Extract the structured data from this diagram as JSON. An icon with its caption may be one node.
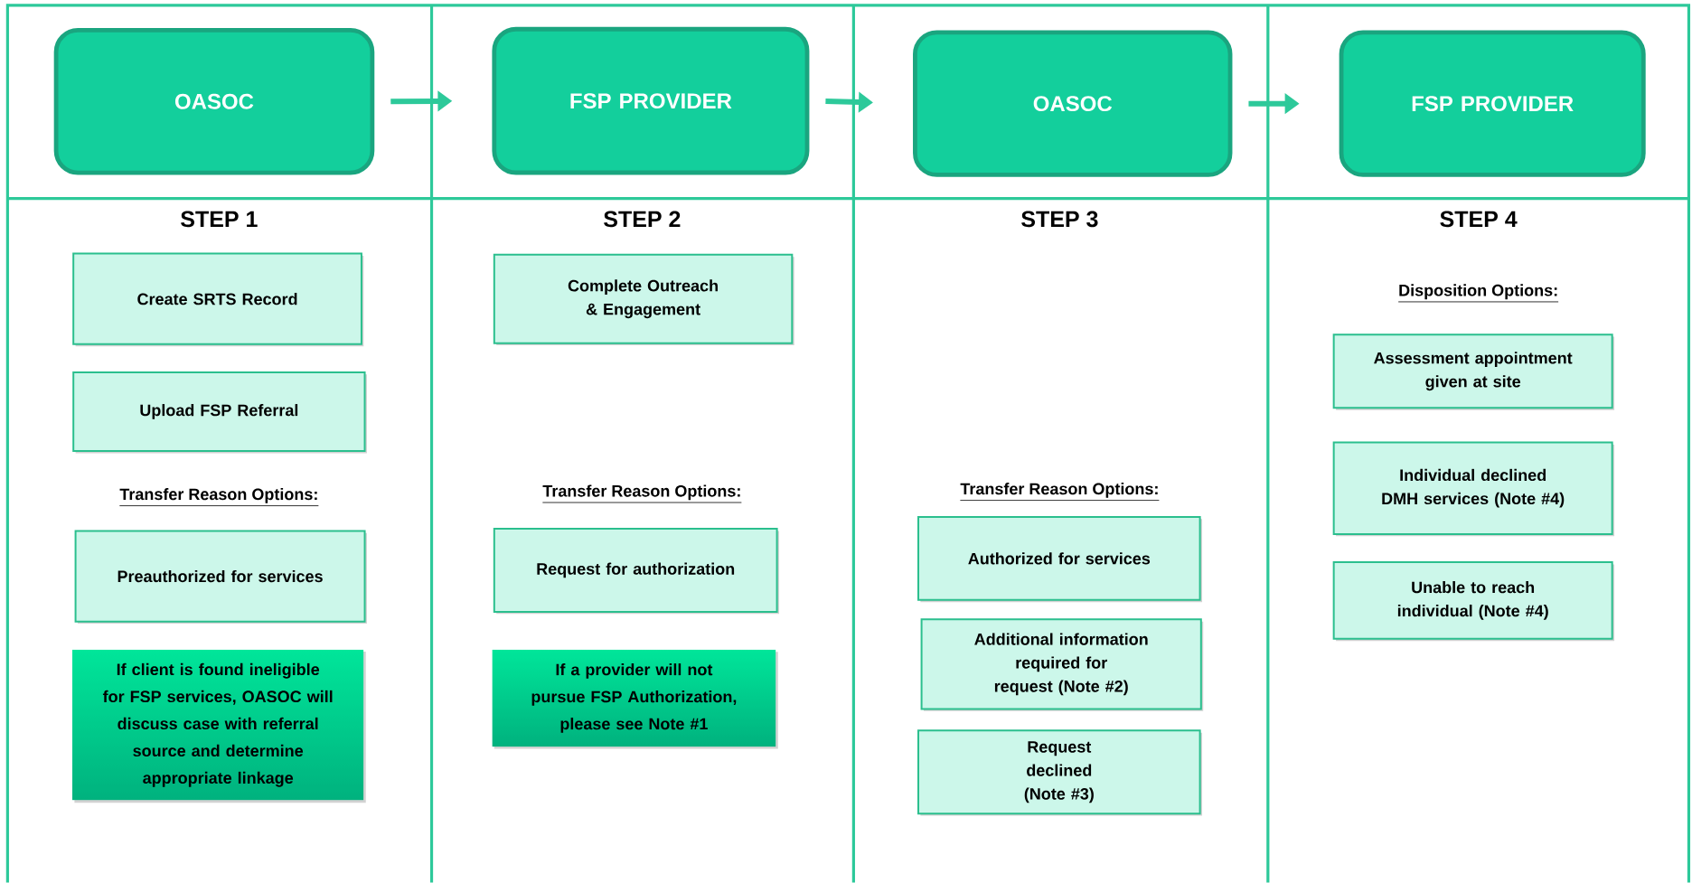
{
  "diagram": {
    "nodes": [
      {
        "text": [
          "OASOC"
        ]
      },
      {
        "text": [
          "FSP PROVIDER"
        ]
      },
      {
        "text": [
          "OASOC"
        ]
      },
      {
        "text": [
          "FSP PROVIDER"
        ]
      },
      {
        "text": [
          "Create SRTS Record"
        ]
      },
      {
        "text": [
          "Upload FSP Referral"
        ]
      },
      {
        "text": [
          "Preauthorized for services"
        ]
      },
      {
        "text": [
          "If client is found ineligible for FSP services, OASOC will discuss case with referral source and determine appropriate linkage"
        ]
      },
      {
        "text": [
          "Complete Outreach & Engagement"
        ]
      },
      {
        "text": [
          "Request for authorization"
        ]
      },
      {
        "text": [
          "If a provider will not pursue FSP Authorization, please see Note #1"
        ]
      },
      {
        "text": [
          "Authorized for services"
        ]
      },
      {
        "text": [
          "Additional information required for request (Note #2)"
        ]
      },
      {
        "text": [
          "Request declined (Note #3)"
        ]
      },
      {
        "text": [
          "Assessment appointment given at site"
        ]
      },
      {
        "text": [
          "Individual declined DMH services (Note #4)"
        ]
      },
      {
        "text": [
          "Unable to reach individual (Note #4)"
        ]
      }
    ],
    "edges": [
      {
        "from": 0,
        "to": 1,
        "arrow": "to"
      },
      {
        "from": 1,
        "to": 2,
        "arrow": "to"
      },
      {
        "from": 2,
        "to": 3,
        "arrow": "to"
      }
    ],
    "labels": [
      "STEP 1",
      "Transfer Reason Options:",
      "STEP 2",
      "Transfer Reason Options:",
      "STEP 3",
      "Transfer Reason Options:",
      "STEP 4",
      "Disposition Options:"
    ]
  }
}
